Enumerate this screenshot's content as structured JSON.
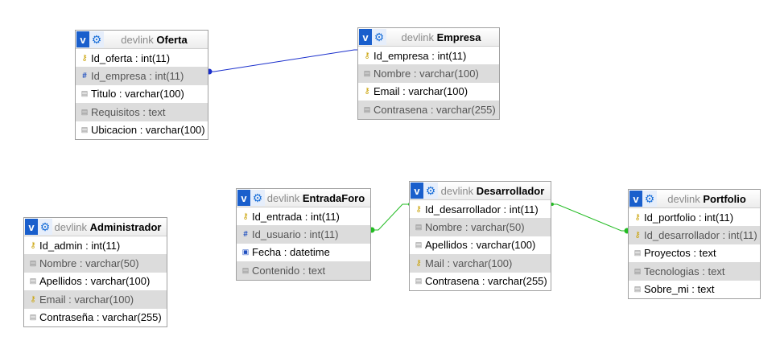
{
  "colors": {
    "link_blue": "#1a2fcc",
    "link_green": "#22bb22",
    "header_badge": "#1a5fcc"
  },
  "tables": {
    "oferta": {
      "db": "devlink",
      "name": "Oferta",
      "columns": [
        {
          "text": "Id_oferta : int(11)",
          "icon": "key-icon"
        },
        {
          "text": "Id_empresa : int(11)",
          "icon": "foreign-key-icon"
        },
        {
          "text": "Titulo : varchar(100)",
          "icon": "column-icon"
        },
        {
          "text": "Requisitos : text",
          "icon": "column-icon"
        },
        {
          "text": "Ubicacion : varchar(100)",
          "icon": "column-icon"
        }
      ]
    },
    "empresa": {
      "db": "devlink",
      "name": "Empresa",
      "columns": [
        {
          "text": "Id_empresa : int(11)",
          "icon": "key-icon"
        },
        {
          "text": "Nombre : varchar(100)",
          "icon": "column-icon"
        },
        {
          "text": "Email : varchar(100)",
          "icon": "key-icon"
        },
        {
          "text": "Contrasena : varchar(255)",
          "icon": "column-icon"
        }
      ]
    },
    "administrador": {
      "db": "devlink",
      "name": "Administrador",
      "columns": [
        {
          "text": "Id_admin : int(11)",
          "icon": "key-icon"
        },
        {
          "text": "Nombre : varchar(50)",
          "icon": "column-icon"
        },
        {
          "text": "Apellidos : varchar(100)",
          "icon": "column-icon"
        },
        {
          "text": "Email : varchar(100)",
          "icon": "key-icon"
        },
        {
          "text": "Contraseña : varchar(255)",
          "icon": "column-icon"
        }
      ]
    },
    "entradaforo": {
      "db": "devlink",
      "name": "EntradaForo",
      "columns": [
        {
          "text": "Id_entrada : int(11)",
          "icon": "key-icon"
        },
        {
          "text": "Id_usuario : int(11)",
          "icon": "foreign-key-icon"
        },
        {
          "text": "Fecha : datetime",
          "icon": "date-icon"
        },
        {
          "text": "Contenido : text",
          "icon": "column-icon"
        }
      ]
    },
    "desarrollador": {
      "db": "devlink",
      "name": "Desarrollador",
      "columns": [
        {
          "text": "Id_desarrollador : int(11)",
          "icon": "key-icon"
        },
        {
          "text": "Nombre : varchar(50)",
          "icon": "column-icon"
        },
        {
          "text": "Apellidos : varchar(100)",
          "icon": "column-icon"
        },
        {
          "text": "Mail : varchar(100)",
          "icon": "key-icon"
        },
        {
          "text": "Contrasena : varchar(255)",
          "icon": "column-icon"
        }
      ]
    },
    "portfolio": {
      "db": "devlink",
      "name": "Portfolio",
      "columns": [
        {
          "text": "Id_portfolio : int(11)",
          "icon": "key-icon"
        },
        {
          "text": "Id_desarrollador : int(11)",
          "icon": "key-icon"
        },
        {
          "text": "Proyectos : text",
          "icon": "column-icon"
        },
        {
          "text": "Tecnologias : text",
          "icon": "column-icon"
        },
        {
          "text": "Sobre_mi : text",
          "icon": "column-icon"
        }
      ]
    }
  },
  "header_buttons": {
    "toggle_label": "v",
    "options_icon": "gear-icon"
  }
}
